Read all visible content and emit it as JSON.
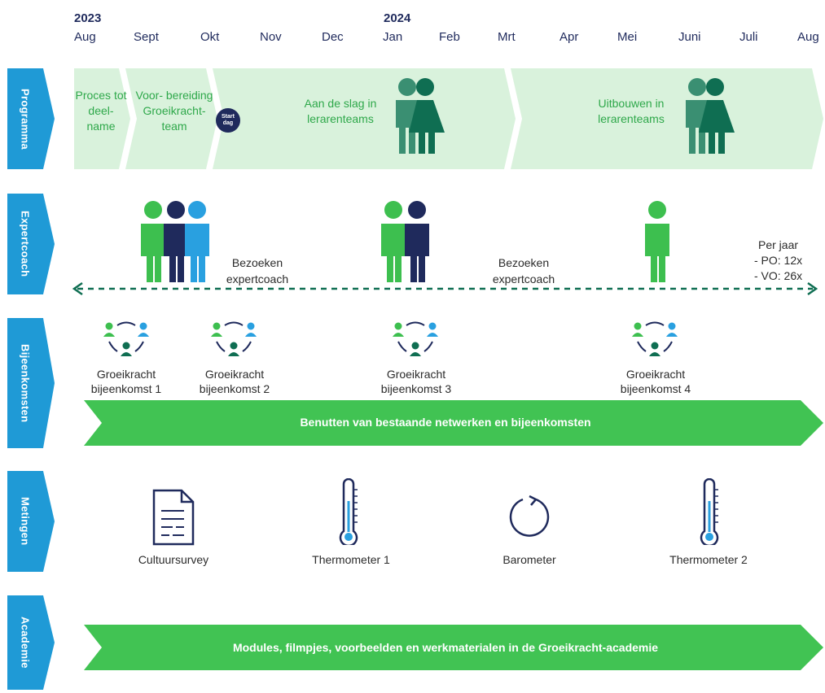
{
  "timeline": {
    "year_2023": "2023",
    "year_2024": "2024",
    "months": [
      "Aug",
      "Sept",
      "Okt",
      "Nov",
      "Dec",
      "Jan",
      "Feb",
      "Mrt",
      "Apr",
      "Mei",
      "Juni",
      "Juli",
      "Aug"
    ]
  },
  "rows": {
    "programma": "Programma",
    "expertcoach": "Expertcoach",
    "bijeenkomsten": "Bijeenkomsten",
    "metingen": "Metingen",
    "academie": "Academie"
  },
  "programma": {
    "phase1": "Proces tot deel- name",
    "phase2": "Voor- bereiding Groeikracht- team",
    "start_badge": "Start dag",
    "phase3": "Aan de slag in lerarenteams",
    "phase4": "Uitbouwen in lerarenteams"
  },
  "expertcoach": {
    "visits_1": "Bezoeken expertcoach",
    "visits_2": "Bezoeken expertcoach",
    "per_year_title": "Per jaar",
    "per_year_po": "- PO: 12x",
    "per_year_vo": "- VO: 26x"
  },
  "bijeenkomsten": {
    "meeting_1": "Groeikracht bijeenkomst 1",
    "meeting_2": "Groeikracht bijeenkomst 2",
    "meeting_3": "Groeikracht bijeenkomst 3",
    "meeting_4": "Groeikracht bijeenkomst 4",
    "band": "Benutten van bestaande netwerken en bijeenkomsten"
  },
  "metingen": {
    "m1": "Cultuursurvey",
    "m2": "Thermometer 1",
    "m3": "Barometer",
    "m4": "Thermometer 2"
  },
  "academie": {
    "band": "Modules, filmpjes, voorbeelden en werkmaterialen in de Groeikracht-academie"
  },
  "colors": {
    "row_label": "#1f9ad6",
    "navy": "#1f2a5c",
    "light_green": "#d9f2dc",
    "green": "#3dbf4f",
    "band_green": "#41c353",
    "dark_teal": "#0f6e52",
    "teal": "#3a8f72",
    "blue": "#29a0e0"
  }
}
